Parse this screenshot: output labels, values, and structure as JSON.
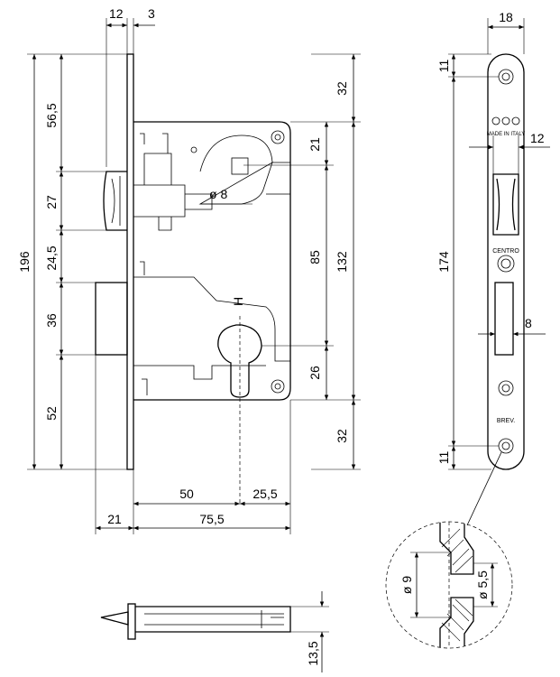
{
  "front_view": {
    "top_dims": [
      "12",
      "3"
    ],
    "left_dims": [
      "196",
      "56,5",
      "27",
      "24,5",
      "36",
      "52"
    ],
    "right_dims": [
      "32",
      "21",
      "85",
      "132",
      "26",
      "32"
    ],
    "bottom_dims": [
      "50",
      "25,5",
      "21",
      "75,5"
    ],
    "spindle_label": "ø 8",
    "cylinder_mark": "H"
  },
  "faceplate_view": {
    "top_dim": "18",
    "left_dims": [
      "11",
      "174",
      "11"
    ],
    "right_dims": [
      "12",
      "8"
    ],
    "brand_text": "MADE IN ITALY",
    "centro_label": "CENTRO",
    "brev_label": "BREV."
  },
  "detail_view": {
    "outer_dim": "ø 9",
    "inner_dim": "ø 5,5"
  },
  "bottom_view": {
    "height_dim": "13,5"
  }
}
